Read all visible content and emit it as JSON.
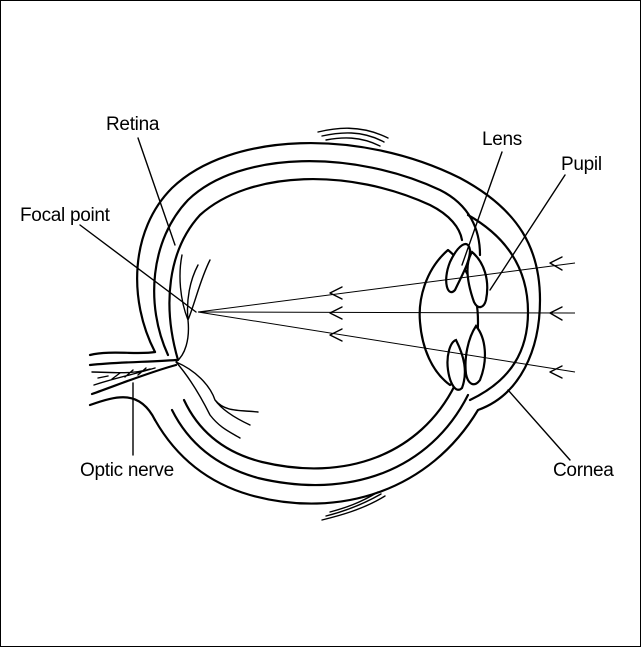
{
  "diagram": {
    "labels": {
      "retina": "Retina",
      "lens": "Lens",
      "pupil": "Pupil",
      "focal_point": "Focal point",
      "optic_nerve": "Optic nerve",
      "cornea": "Cornea"
    },
    "colors": {
      "stroke": "#000000",
      "background": "#ffffff"
    }
  }
}
